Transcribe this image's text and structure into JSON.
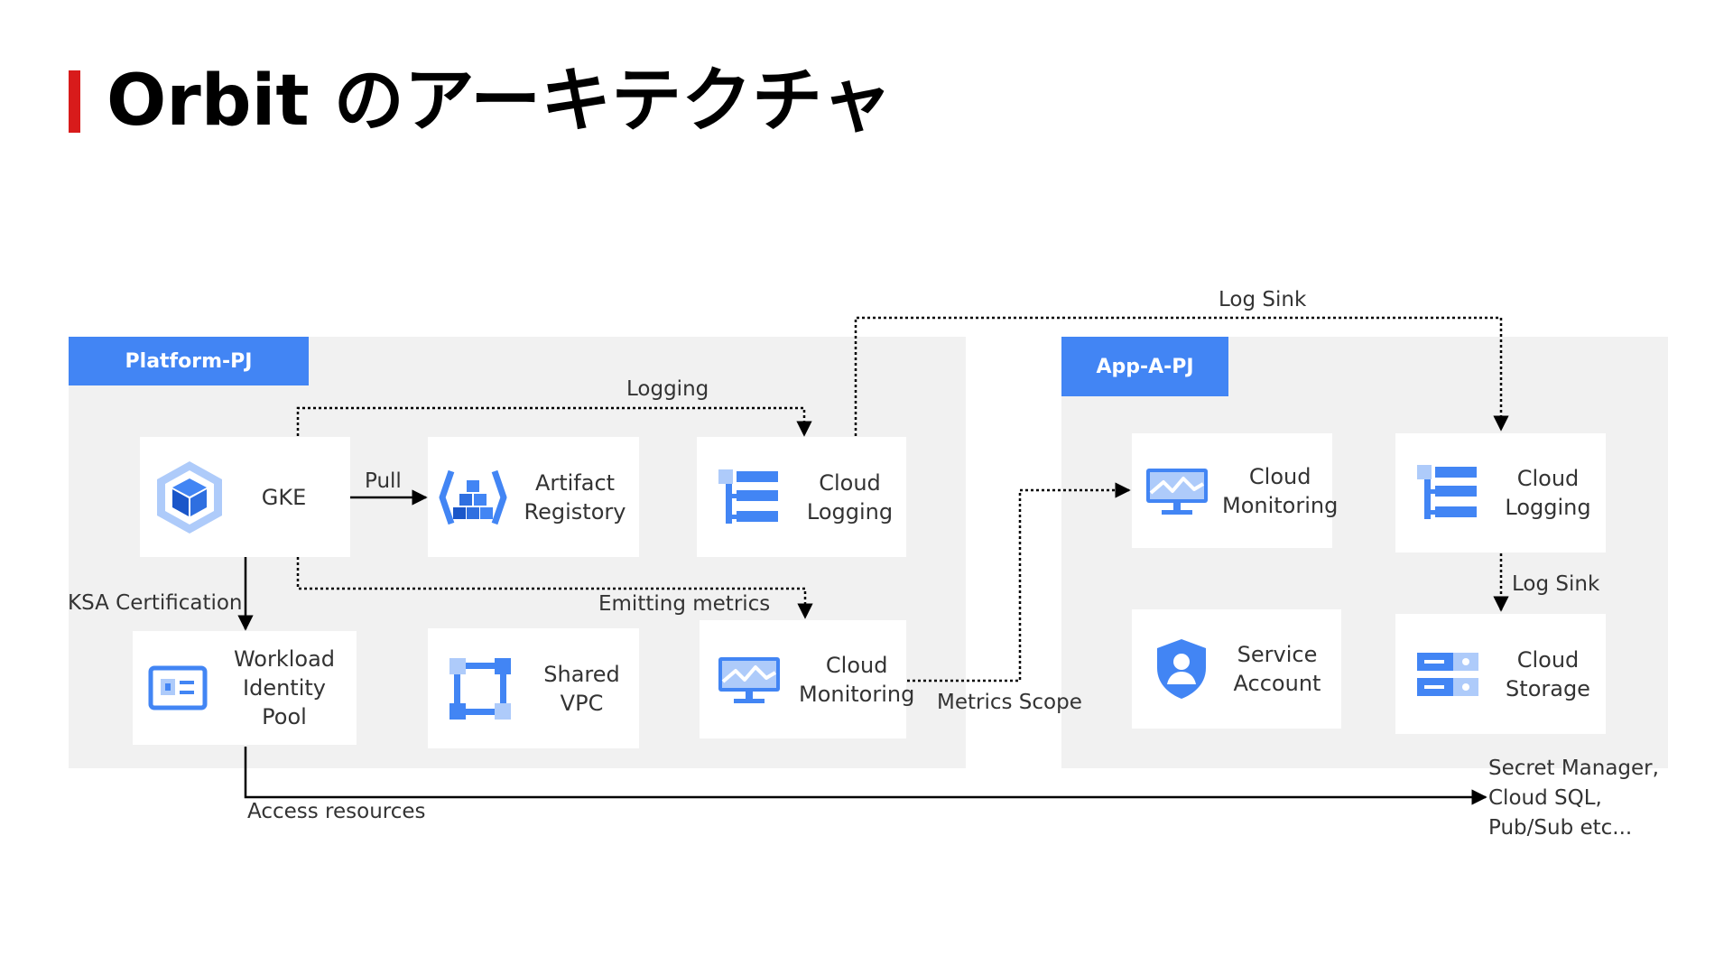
{
  "title": "Orbit のアーキテクチャ",
  "colors": {
    "accent_red": "#d81b1b",
    "gcp_blue": "#4285f4",
    "gcp_light_blue": "#aecbfa",
    "region_bg": "#f1f1f1"
  },
  "platform": {
    "label": "Platform-PJ",
    "nodes": {
      "gke": {
        "label": "GKE",
        "icon": "gke-icon"
      },
      "artifact_registry": {
        "label": "Artifact\nRegistory",
        "icon": "artifact-registry-icon"
      },
      "cloud_logging": {
        "label": "Cloud\nLogging",
        "icon": "cloud-logging-icon"
      },
      "workload_identity_pool": {
        "label": "Workload\nIdentity\nPool",
        "icon": "workload-identity-icon"
      },
      "shared_vpc": {
        "label": "Shared\nVPC",
        "icon": "shared-vpc-icon"
      },
      "cloud_monitoring": {
        "label": "Cloud\nMonitoring",
        "icon": "cloud-monitoring-icon"
      }
    }
  },
  "app": {
    "label": "App-A-PJ",
    "nodes": {
      "cloud_monitoring": {
        "label": "Cloud\nMonitoring",
        "icon": "cloud-monitoring-icon"
      },
      "cloud_logging": {
        "label": "Cloud\nLogging",
        "icon": "cloud-logging-icon"
      },
      "service_account": {
        "label": "Service\nAccount",
        "icon": "service-account-icon"
      },
      "cloud_storage": {
        "label": "Cloud\nStorage",
        "icon": "cloud-storage-icon"
      }
    }
  },
  "edges": {
    "pull": "Pull",
    "logging": "Logging",
    "emitting_metrics": "Emitting metrics",
    "ksa_certification": "KSA Certification",
    "metrics_scope": "Metrics Scope",
    "log_sink_top": "Log Sink",
    "log_sink_storage": "Log Sink",
    "access_resources": "Access resources"
  },
  "external_resources": "Secret Manager,\nCloud SQL,\nPub/Sub etc..."
}
